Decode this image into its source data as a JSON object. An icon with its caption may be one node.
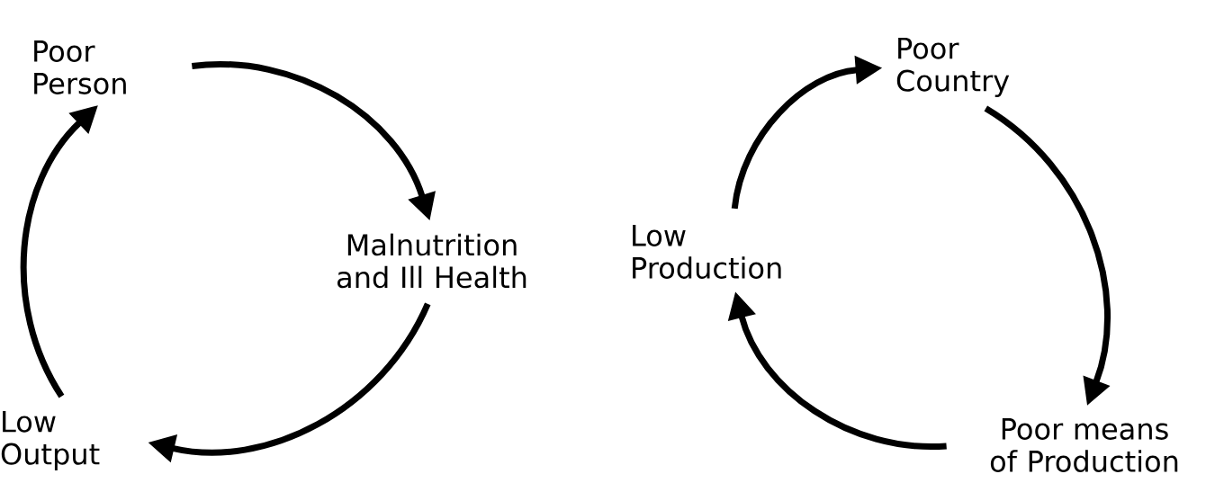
{
  "diagram": {
    "nodes": [
      {
        "text": [
          "Poor Person"
        ]
      },
      {
        "text": [
          "Malnutrition and Ill Health"
        ]
      },
      {
        "text": [
          "Low Output"
        ]
      },
      {
        "text": [
          "Poor Country"
        ]
      },
      {
        "text": [
          "Poor means of Production"
        ]
      },
      {
        "text": [
          "Low Production"
        ]
      }
    ],
    "edges": [
      {
        "from": 0,
        "to": 1,
        "arrow": "to"
      },
      {
        "from": 1,
        "to": 2,
        "arrow": "to"
      },
      {
        "from": 2,
        "to": 0,
        "arrow": "to"
      },
      {
        "from": 5,
        "to": 3,
        "arrow": "to"
      },
      {
        "from": 3,
        "to": 4,
        "arrow": "to"
      },
      {
        "from": 4,
        "to": 5,
        "arrow": "to"
      }
    ]
  }
}
